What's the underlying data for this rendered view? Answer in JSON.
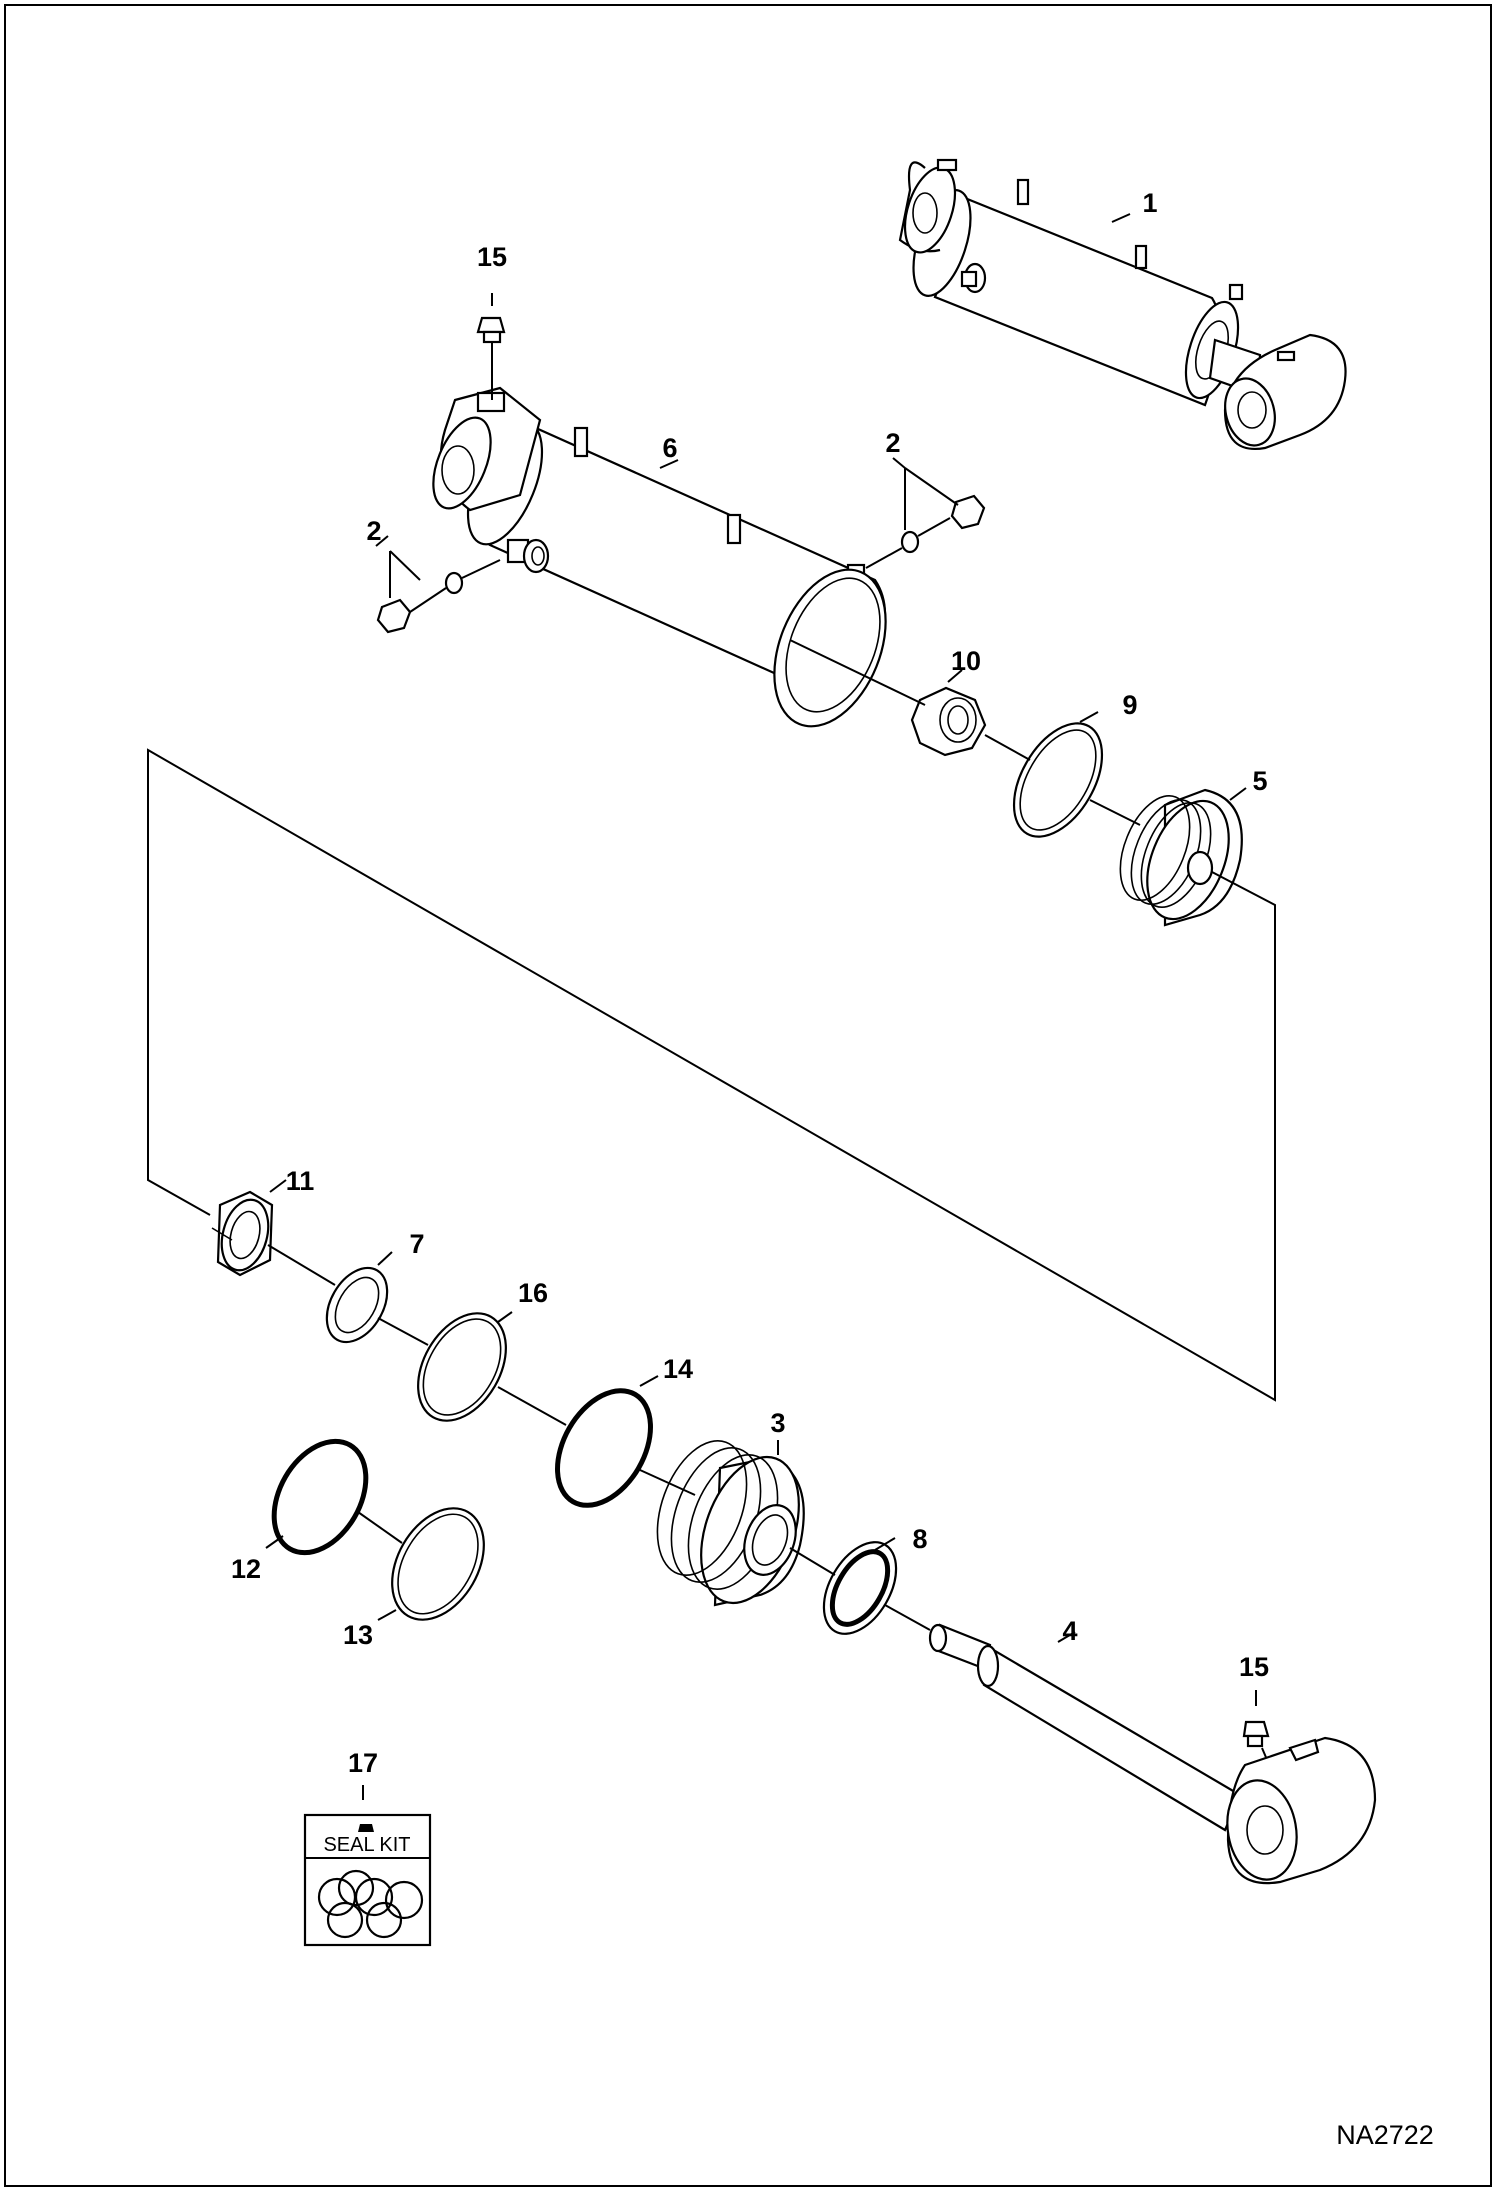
{
  "diagram": {
    "drawing_code": "NA2722",
    "callouts": {
      "c1": "1",
      "c2a": "2",
      "c2b": "2",
      "c3": "3",
      "c4": "4",
      "c5": "5",
      "c6": "6",
      "c7": "7",
      "c8": "8",
      "c9": "9",
      "c10": "10",
      "c11": "11",
      "c12": "12",
      "c13": "13",
      "c14": "14",
      "c15a": "15",
      "c15b": "15",
      "c16": "16",
      "c17": "17"
    },
    "seal_kit_label": "SEAL KIT"
  }
}
